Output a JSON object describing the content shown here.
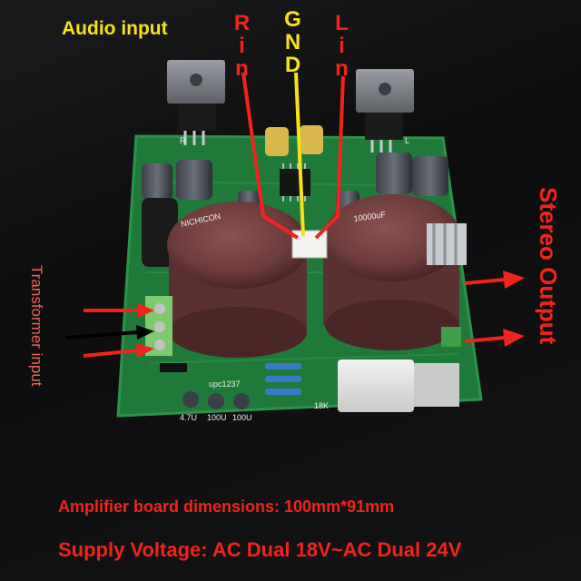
{
  "labels": {
    "audio_input": "Audio input",
    "rin": "Rin",
    "gnd": "GND",
    "lin": "Lin",
    "transformer_input": "Transformer input",
    "stereo_output": "Stereo Output",
    "board_dimensions": "Amplifier board dimensions: 100mm*91mm",
    "supply_voltage": "Supply Voltage: AC Dual 18V~AC Dual 24V"
  },
  "silkscreen": {
    "right_marker": "R",
    "left_marker": "L",
    "chip": "upc1237",
    "cap_1": "4.7U",
    "cap_2": "100U",
    "cap_3": "100U",
    "resistor": "18K",
    "cap_brand": "NICHICON",
    "cap_value": "10000uF"
  },
  "colors": {
    "pcb_green": "#1f7a3a",
    "label_red": "#f0241c",
    "label_yellow": "#f5e21c",
    "cap_brown": "#6b3a3a",
    "arrow_black": "#000000"
  }
}
